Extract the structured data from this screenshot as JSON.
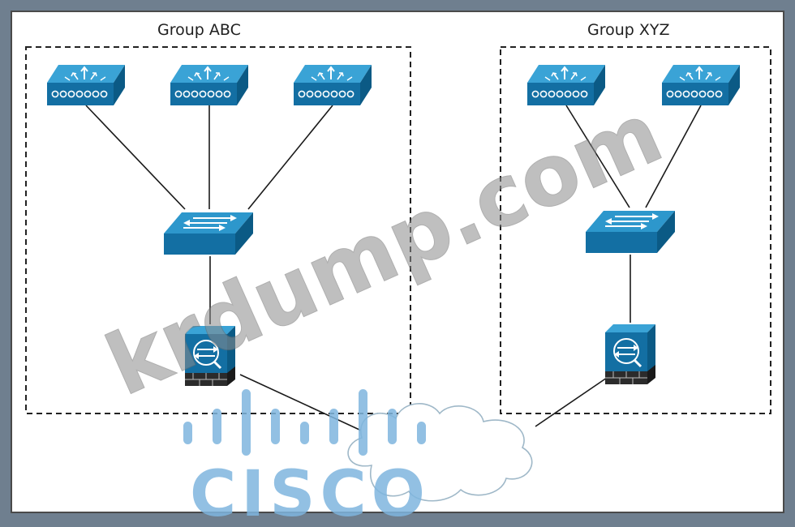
{
  "groups": [
    {
      "label": "Group ABC",
      "access_points": 3
    },
    {
      "label": "Group XYZ",
      "access_points": 2
    }
  ],
  "watermark": {
    "text": "krdump.com"
  },
  "logo": {
    "text": "CISCO"
  },
  "colors": {
    "device_top": "#2a93c8",
    "device_front": "#116d9e",
    "device_side": "#0b5a85",
    "frame": "#6f7f8f",
    "canvas": "#ffffff",
    "watermark": "#8c8c8c",
    "logo": "#7fb6df"
  },
  "icons": [
    "wireless-access-point-icon",
    "switch-icon",
    "firewall-icon",
    "cloud-icon"
  ]
}
